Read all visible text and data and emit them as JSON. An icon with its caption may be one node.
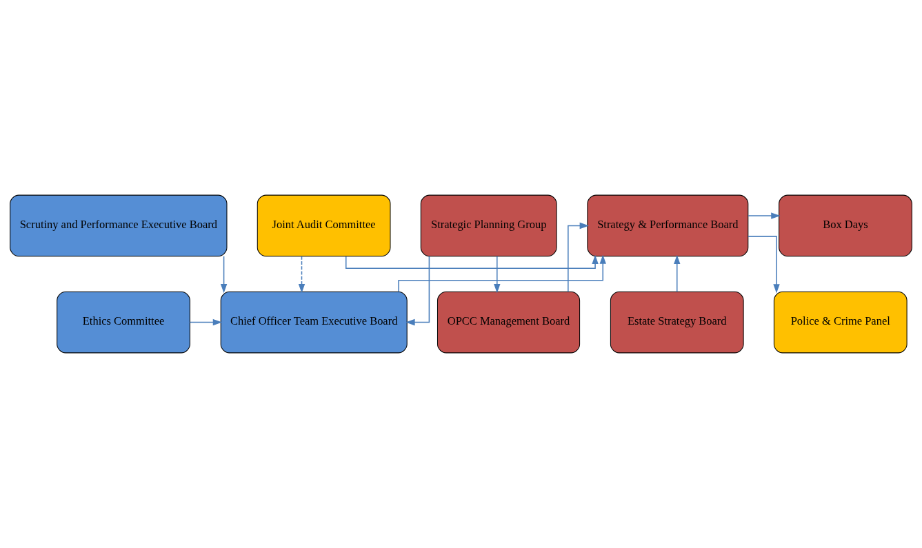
{
  "diagram": {
    "nodes": [
      {
        "text": [
          "Police & Crime Panel"
        ]
      },
      {
        "text": [
          "Box Days"
        ]
      },
      {
        "text": [
          "Strategy & Performance Board"
        ]
      },
      {
        "text": [
          "Joint Audit Committee"
        ]
      },
      {
        "text": [
          "Estate Strategy Board"
        ]
      },
      {
        "text": [
          "OPCC Management Board"
        ]
      },
      {
        "text": [
          "Chief Officer Team Executive Board"
        ]
      },
      {
        "text": [
          "Ethics Committee"
        ]
      },
      {
        "text": [
          "Strategic Planning Group"
        ]
      },
      {
        "text": [
          "Scrutiny and Performance Executive Board"
        ]
      }
    ],
    "edges": [
      {
        "from": 2,
        "to": 0,
        "arrow": "to"
      },
      {
        "from": 2,
        "to": 1,
        "arrow": "to"
      },
      {
        "from": 3,
        "to": 2,
        "arrow": "to"
      },
      {
        "from": 3,
        "to": 6,
        "arrow": "to",
        "style": "dashed"
      },
      {
        "from": 4,
        "to": 2,
        "arrow": "to"
      },
      {
        "from": 5,
        "to": 2,
        "arrow": "to"
      },
      {
        "from": 6,
        "to": 2,
        "arrow": "to"
      },
      {
        "from": 7,
        "to": 6,
        "arrow": "to"
      },
      {
        "from": 8,
        "to": 5,
        "arrow": "to"
      },
      {
        "from": 8,
        "to": 6,
        "arrow": "to"
      },
      {
        "from": 9,
        "to": 6,
        "arrow": "to"
      }
    ]
  }
}
